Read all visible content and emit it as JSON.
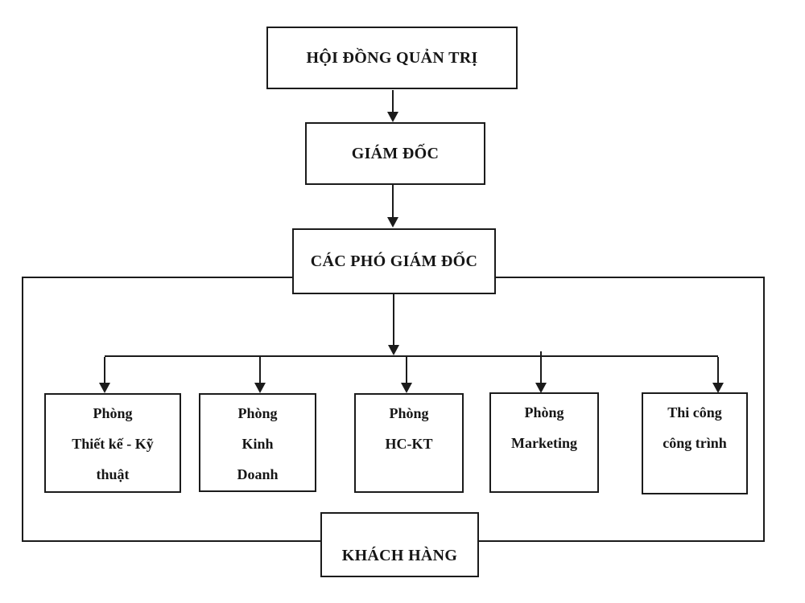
{
  "page": {
    "background": "#ffffff",
    "line_color": "#1b1b1b"
  },
  "diagram": {
    "type": "org-chart",
    "nodes": {
      "board": {
        "label": "HỘI ĐỒNG QUẢN TRỊ"
      },
      "director": {
        "label": "GIÁM ĐỐC"
      },
      "deputy_directors": {
        "label": "CÁC PHÓ GIÁM ĐỐC"
      },
      "dept_design": {
        "lines": [
          "Phòng",
          "Thiết kế - Kỹ",
          "thuật"
        ]
      },
      "dept_business": {
        "lines": [
          "Phòng",
          "Kinh",
          "Doanh"
        ]
      },
      "dept_hckt": {
        "lines": [
          "Phòng",
          "HC-KT"
        ]
      },
      "dept_marketing": {
        "lines": [
          "Phòng",
          "Marketing"
        ]
      },
      "dept_construction": {
        "lines": [
          "Thi công",
          "công trình"
        ]
      },
      "customers": {
        "label": "KHÁCH HÀNG"
      }
    },
    "edges": [
      {
        "from": "board",
        "to": "director",
        "style": "arrow"
      },
      {
        "from": "director",
        "to": "deputy_directors",
        "style": "arrow"
      },
      {
        "from": "deputy_directors",
        "to": "dept_design",
        "style": "arrow"
      },
      {
        "from": "deputy_directors",
        "to": "dept_business",
        "style": "arrow"
      },
      {
        "from": "deputy_directors",
        "to": "dept_hckt",
        "style": "arrow"
      },
      {
        "from": "deputy_directors",
        "to": "dept_marketing",
        "style": "arrow"
      },
      {
        "from": "deputy_directors",
        "to": "dept_construction",
        "style": "arrow"
      },
      {
        "from": "deputy_directors",
        "to": "customers",
        "style": "plain-loop"
      }
    ]
  }
}
